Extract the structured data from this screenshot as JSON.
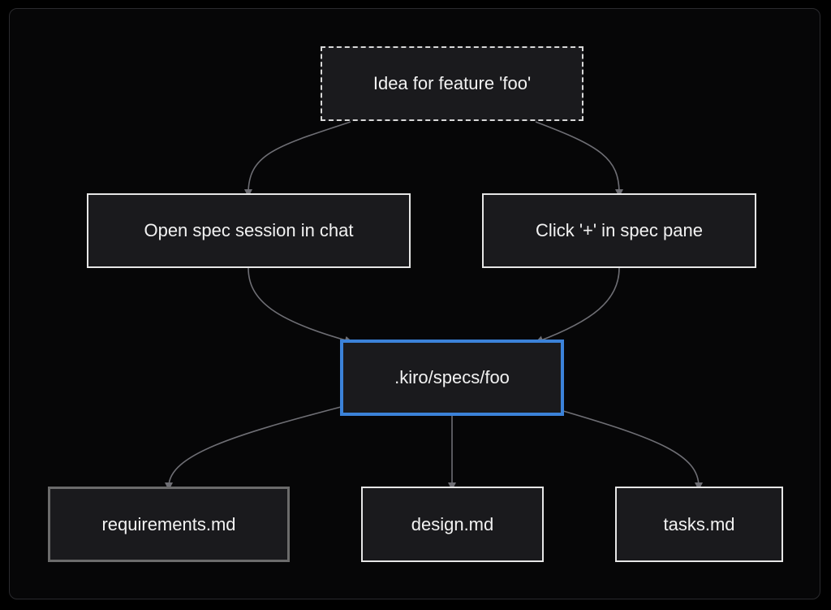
{
  "diagram": {
    "nodes": {
      "idea": {
        "label": "Idea for feature 'foo'"
      },
      "chat": {
        "label": "Open spec session in chat"
      },
      "pane": {
        "label": "Click '+' in spec pane"
      },
      "specs": {
        "label": ".kiro/specs/foo"
      },
      "requirements": {
        "label": "requirements.md"
      },
      "design": {
        "label": "design.md"
      },
      "tasks": {
        "label": "tasks.md"
      }
    },
    "colors": {
      "background": "#000000",
      "panel": "#060607",
      "node_fill": "#1a1a1d",
      "highlight_border": "#3b82d9",
      "edge": "#6e6e74"
    }
  }
}
